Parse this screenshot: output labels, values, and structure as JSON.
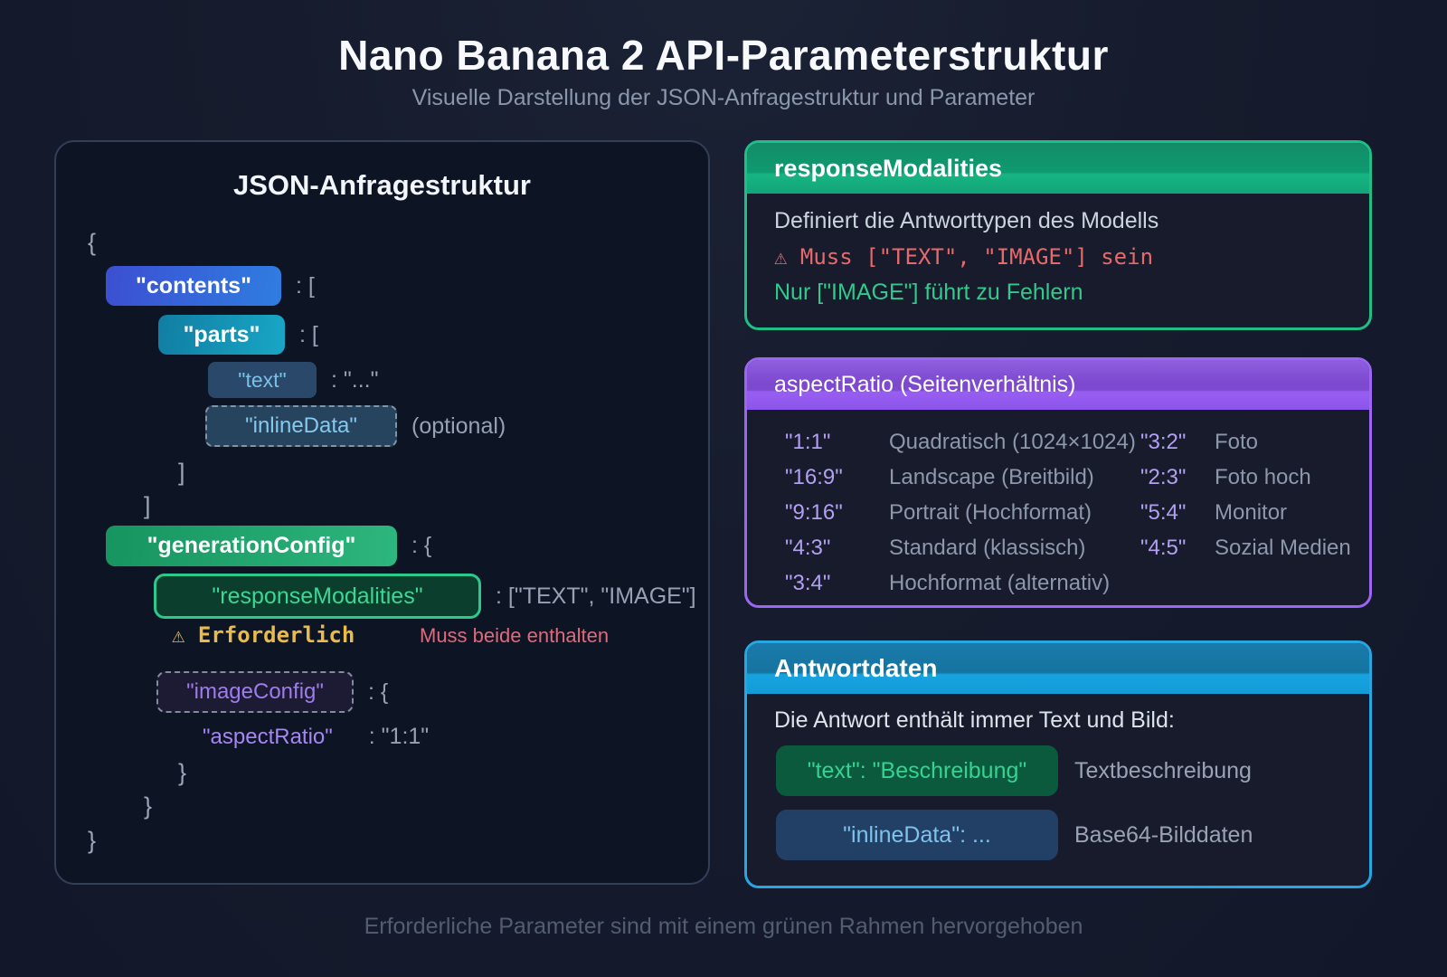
{
  "header": {
    "title": "Nano Banana 2 API-Parameterstruktur",
    "subtitle": "Visuelle Darstellung der JSON-Anfragestruktur und Parameter"
  },
  "footer": {
    "note": "Erforderliche Parameter sind mit einem grünen Rahmen hervorgehoben"
  },
  "tree": {
    "title": "JSON-Anfragestruktur",
    "open_brace": "{",
    "contents_key": "\"contents\"",
    "contents_colon": ": [",
    "parts_key": "\"parts\"",
    "parts_colon": ": [",
    "text_key": "\"text\"",
    "text_value": ": \"...\"",
    "inline_key": "\"inlineData\"",
    "inline_note": "(optional)",
    "bracket_close_inner": "]",
    "bracket_close_outer": "]",
    "generation_key": "\"generationConfig\"",
    "generation_colon": ": {",
    "modalities_key": "\"responseModalities\"",
    "modalities_value": ": [\"TEXT\", \"IMAGE\"]",
    "required_badge": "⚠ Erforderlich",
    "required_note": "Muss beide enthalten",
    "imageconfig_key": "\"imageConfig\"",
    "imageconfig_colon": ": {",
    "aspect_key": "\"aspectRatio\"",
    "aspect_value": ": \"1:1\"",
    "brace_close_1": "}",
    "brace_close_2": "}",
    "brace_close_3": "}"
  },
  "modalities_card": {
    "title": "responseModalities",
    "description": "Definiert die Antworttypen des Modells",
    "warning": "⚠ Muss [\"TEXT\", \"IMAGE\"] sein",
    "hint": "Nur [\"IMAGE\"] führt zu Fehlern"
  },
  "aspect_card": {
    "title": "aspectRatio (Seitenverhältnis)",
    "left_rows": [
      {
        "ratio": "\"1:1\"",
        "label": "Quadratisch (1024×1024)"
      },
      {
        "ratio": "\"16:9\"",
        "label": "Landscape (Breitbild)"
      },
      {
        "ratio": "\"9:16\"",
        "label": "Portrait (Hochformat)"
      },
      {
        "ratio": "\"4:3\"",
        "label": "Standard (klassisch)"
      },
      {
        "ratio": "\"3:4\"",
        "label": "Hochformat (alternativ)"
      }
    ],
    "right_rows": [
      {
        "ratio": "\"3:2\"",
        "label": "Foto"
      },
      {
        "ratio": "\"2:3\"",
        "label": "Foto hoch"
      },
      {
        "ratio": "\"5:4\"",
        "label": "Monitor"
      },
      {
        "ratio": "\"4:5\"",
        "label": "Sozial Medien"
      }
    ]
  },
  "response_card": {
    "title": "Antwortdaten",
    "intro": "Die Antwort enthält immer Text und Bild:",
    "items": [
      {
        "chip": "\"text\": \"Beschreibung\"",
        "label": "Textbeschreibung"
      },
      {
        "chip": "\"inlineData\": ...",
        "label": "Base64-Bilddaten"
      }
    ]
  },
  "colors": {
    "accent_green": "#1fbe86",
    "accent_purple": "#9a66f2",
    "accent_blue": "#27a7e2",
    "required_gold": "#eaba4b",
    "warning_red": "#e0697a"
  }
}
